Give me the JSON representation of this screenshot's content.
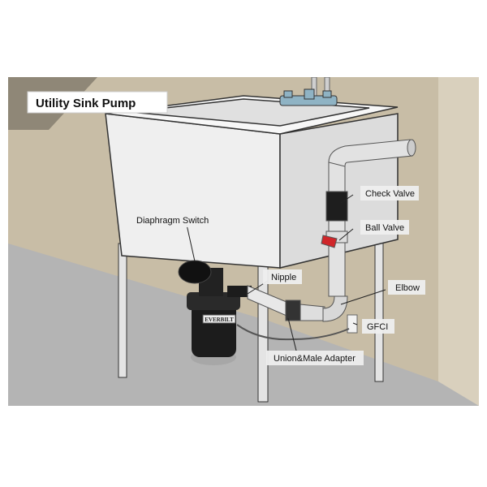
{
  "title": "Utility Sink Pump",
  "pump_brand": "EVERBILT",
  "labels": {
    "check_valve": "Check Valve",
    "ball_valve": "Ball Valve",
    "diaphragm_switch": "Diaphragm Switch",
    "nipple": "Nipple",
    "elbow": "Elbow",
    "gfci": "GFCI",
    "union_adapter": "Union&Male Adapter"
  },
  "colors": {
    "wall": "#c8bda6",
    "floor": "#b4b4b4",
    "sink": "#eeeeee",
    "pump": "#1c1c1c",
    "valve_handle": "#d0262a"
  }
}
